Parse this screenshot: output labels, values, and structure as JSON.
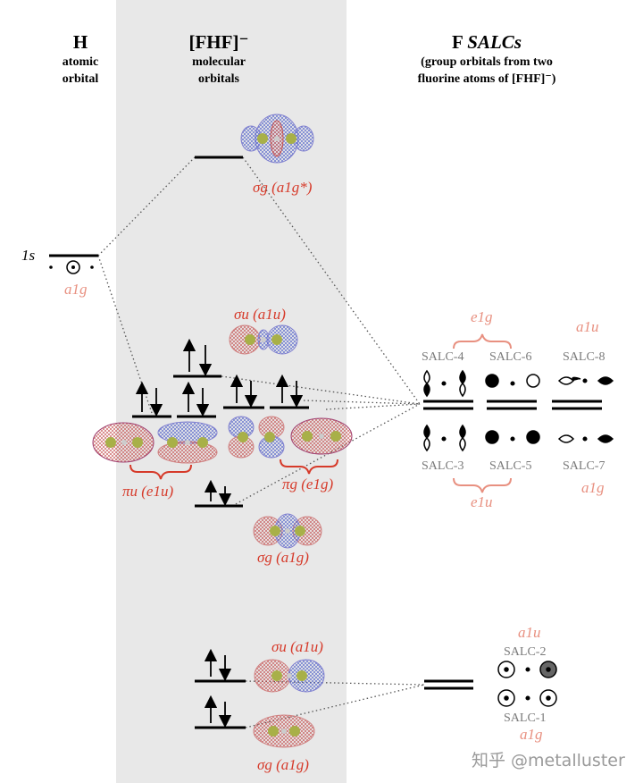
{
  "headers": {
    "left": {
      "title": "H",
      "line1": "atomic",
      "line2": "orbital"
    },
    "middle": {
      "title": "[FHF]⁻",
      "line1": "molecular",
      "line2": "orbitals"
    },
    "right": {
      "title_plain": "F ",
      "title_italic": "SALCs",
      "line1": "(group orbitals from two",
      "line2": "fluorine atoms of [FHF]⁻)"
    }
  },
  "h_orbital": {
    "label": "1s",
    "symmetry": "a1g"
  },
  "molecular_orbitals": [
    {
      "label": "σg (a1g*)",
      "occupancy": 0
    },
    {
      "label": "σu (a1u)",
      "occupancy": 2
    },
    {
      "label": "πu (e1u)",
      "occupancy": 4
    },
    {
      "label": "πg (e1g)",
      "occupancy": 4
    },
    {
      "label": "σg (a1g)",
      "occupancy": 2
    },
    {
      "label": "σu (a1u)",
      "occupancy": 2
    },
    {
      "label": "σg (a1g)",
      "occupancy": 2
    }
  ],
  "salcs": {
    "upper_labels": [
      "SALC-4",
      "SALC-6",
      "SALC-8"
    ],
    "lower_labels": [
      "SALC-3",
      "SALC-5",
      "SALC-7"
    ],
    "e1g": "e1g",
    "e1u": "e1u",
    "a1u": "a1u",
    "a1g": "a1g",
    "low": {
      "top": "SALC-2",
      "bottom": "SALC-1",
      "a1u": "a1u",
      "a1g": "a1g"
    }
  },
  "watermark": "知乎 @metalluster"
}
